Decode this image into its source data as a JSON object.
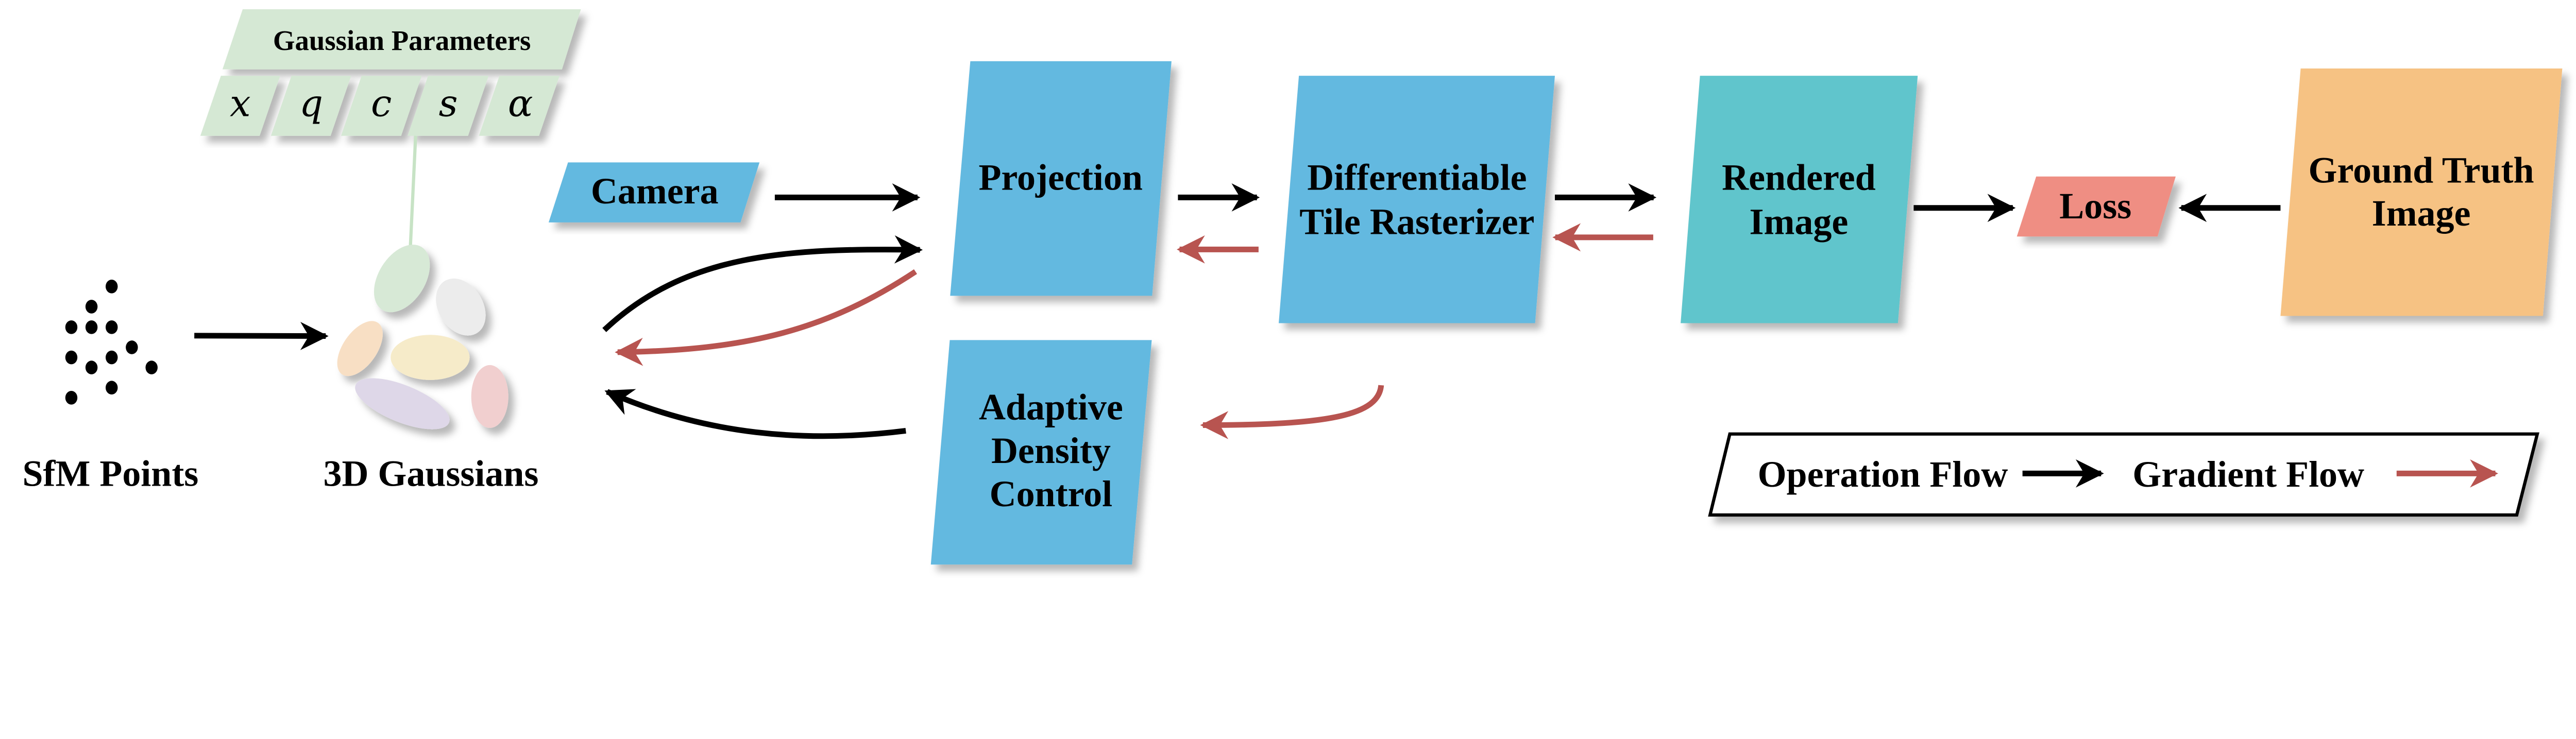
{
  "colors": {
    "process_blue": "#63b9e0",
    "rendered_teal": "#60c5cc",
    "loss_red": "#ef8e83",
    "ground_truth_orange": "#f6c283",
    "parameters_green": "#d5e8d4",
    "operation_arrow": "#000000",
    "gradient_arrow": "#b85450"
  },
  "gaussian_parameters": {
    "title": "Gaussian Parameters",
    "symbols": [
      "x",
      "q",
      "c",
      "s",
      "α"
    ]
  },
  "nodes": {
    "sfm_points": "SfM Points",
    "gaussians_3d": "3D Gaussians",
    "camera": "Camera",
    "projection": "Projection",
    "rasterizer": [
      "Differentiable",
      "Tile Rasterizer"
    ],
    "adaptive_density_control": [
      "Adaptive",
      "Density",
      "Control"
    ],
    "rendered_image": [
      "Rendered",
      "Image"
    ],
    "loss": "Loss",
    "ground_truth_image": [
      "Ground Truth",
      "Image"
    ]
  },
  "legend": {
    "operation_flow": "Operation Flow",
    "gradient_flow": "Gradient Flow"
  }
}
